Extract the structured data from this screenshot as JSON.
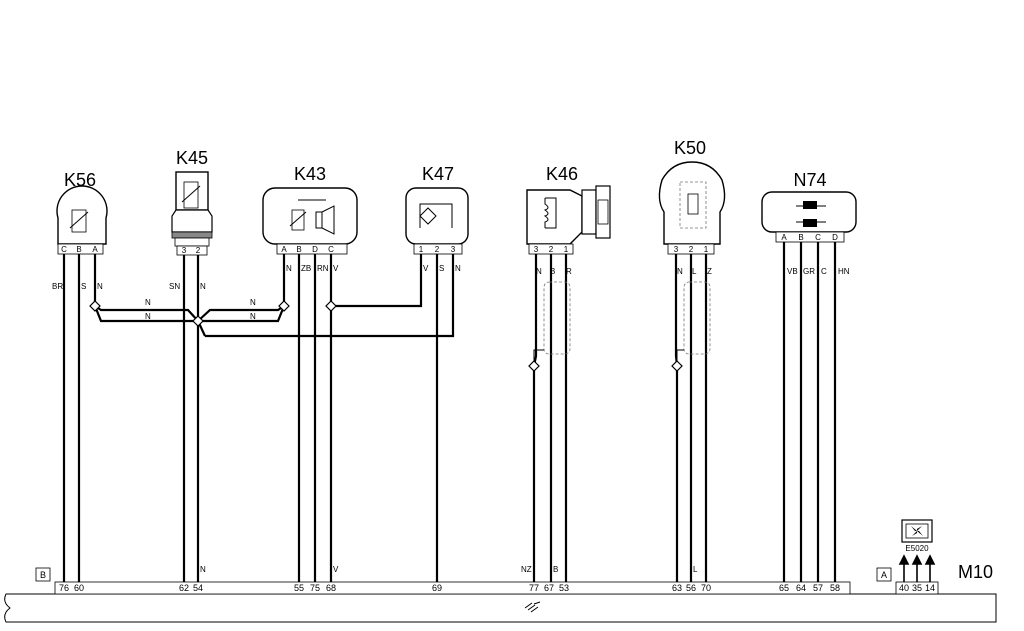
{
  "diagram": {
    "components": [
      {
        "id": "K56",
        "pins": [
          "C",
          "B",
          "A"
        ],
        "wires": [
          "BR",
          "S",
          "N"
        ],
        "ecu_pins": [
          "76",
          "60"
        ]
      },
      {
        "id": "K45",
        "pins": [
          "3",
          "2"
        ],
        "wires": [
          "SN",
          "N"
        ],
        "ecu_pins": [
          "62",
          "54"
        ]
      },
      {
        "id": "K43",
        "pins": [
          "A",
          "B",
          "D",
          "C"
        ],
        "wires": [
          "N",
          "ZB",
          "RN",
          "V"
        ],
        "ecu_pins": [
          "55",
          "75",
          "68"
        ]
      },
      {
        "id": "K47",
        "pins": [
          "1",
          "2",
          "3"
        ],
        "wires": [
          "V",
          "S",
          "N"
        ],
        "ecu_pins": [
          "69"
        ]
      },
      {
        "id": "K46",
        "pins": [
          "3",
          "2",
          "1"
        ],
        "wires": [
          "N",
          "B",
          "R"
        ],
        "ecu_pins": [
          "77",
          "67",
          "53"
        ]
      },
      {
        "id": "K50",
        "pins": [
          "3",
          "2",
          "1"
        ],
        "wires": [
          "N",
          "L",
          "Z"
        ],
        "ecu_pins": [
          "63",
          "56",
          "70"
        ]
      },
      {
        "id": "N74",
        "pins": [
          "A",
          "B",
          "C",
          "D"
        ],
        "wires": [
          "VB",
          "GR",
          "C",
          "HN"
        ],
        "ecu_pins": [
          "65",
          "64",
          "57",
          "58"
        ]
      }
    ],
    "bus_labels": {
      "n1": "N",
      "n2": "N",
      "n3": "N",
      "n4": "N"
    },
    "ecu_wire_labels": {
      "k45": "N",
      "k43": "V",
      "k46_nz": "NZ",
      "k46_b": "B",
      "k50": "L"
    },
    "connector_b": "B",
    "connector_a": "A",
    "e5020": {
      "label": "E5020",
      "pins": [
        "40",
        "35",
        "14"
      ]
    },
    "module": "M10"
  }
}
